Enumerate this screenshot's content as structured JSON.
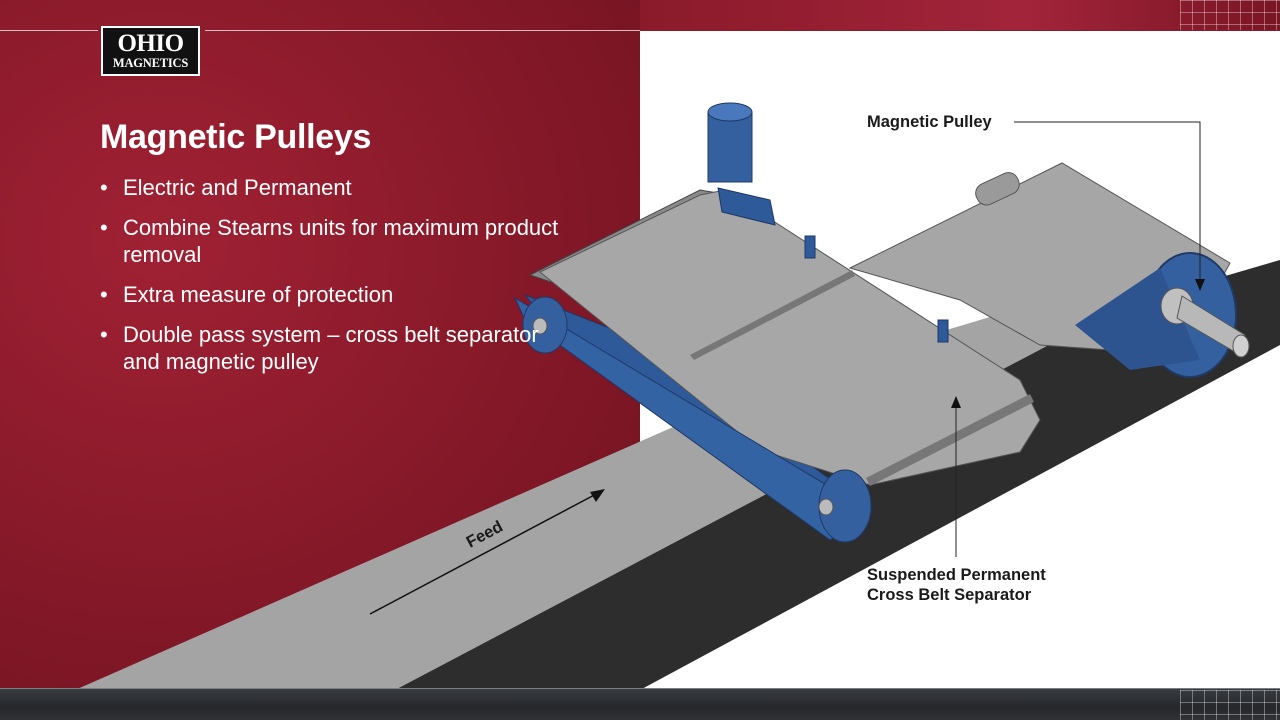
{
  "brand": {
    "logo_line1": "OHIO",
    "logo_line2": "MAGNETICS"
  },
  "slide": {
    "title": "Magnetic Pulleys",
    "bullets": [
      "Electric and Permanent",
      "Combine Stearns units for maximum product removal",
      "Extra measure of protection",
      "Double pass system – cross belt separator and magnetic pulley"
    ],
    "bullet_char": "•"
  },
  "diagram": {
    "feed_label": "Feed",
    "callout_pulley": "Magnetic Pulley",
    "callout_separator_line1": "Suspended Permanent",
    "callout_separator_line2": "Cross Belt Separator"
  },
  "colors": {
    "brand_red": "#8e1a2a",
    "belt_gray": "#a3a3a3",
    "belt_dark": "#2c2c2c",
    "equipment_blue": "#3560a0"
  }
}
